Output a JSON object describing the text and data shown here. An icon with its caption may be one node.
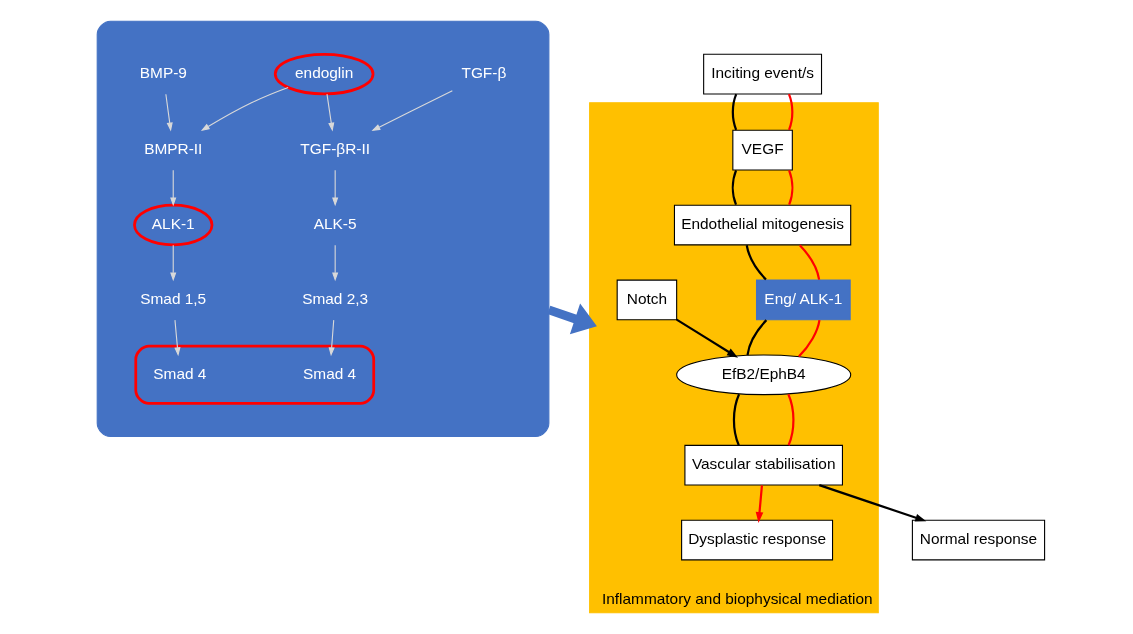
{
  "diagram": {
    "nodes": [
      {
        "text": [],
        "shape": "box"
      },
      {
        "text": [
          "TGF-β"
        ],
        "in": 0
      },
      {
        "text": [
          "endoglin"
        ],
        "in": 0
      },
      {
        "text": [
          "BMP-9"
        ],
        "in": 0
      },
      {
        "text": [
          "TGF-βR-II"
        ],
        "in": 0
      },
      {
        "text": [
          "BMPR-II"
        ],
        "in": 0
      },
      {
        "text": [
          "ALK-5"
        ],
        "in": 0
      },
      {
        "text": [
          "ALK-1"
        ],
        "in": 0
      },
      {
        "text": [
          "Smad 2,3"
        ],
        "in": 0
      },
      {
        "text": [
          "Smad 1,5"
        ],
        "in": 0
      },
      {
        "text": [],
        "shape": "ellipse",
        "in": 0
      },
      {
        "text": [
          "Smad 4"
        ],
        "in": 10
      },
      {
        "text": [
          "Smad 4"
        ],
        "in": 10
      },
      {
        "text": [
          "Inflammatory and biophysical mediation"
        ]
      },
      {
        "text": [
          "Inciting event/s"
        ]
      },
      {
        "text": [
          "VEGF"
        ],
        "in": 13
      },
      {
        "text": [
          "Endothelial mitogenesis"
        ],
        "in": 13
      },
      {
        "text": [
          "Eng/ ALK-1"
        ],
        "in": 13
      },
      {
        "text": [
          "EfB2/EphB4"
        ],
        "in": 13
      },
      {
        "text": [
          "Notch"
        ],
        "in": 13
      },
      {
        "text": [
          "Vascular stabilisation"
        ],
        "in": 13
      },
      {
        "text": [
          "Dysplastic response"
        ],
        "in": 13
      },
      {
        "text": [
          "Normal response"
        ]
      }
    ],
    "edges": [
      {
        "from": 1,
        "to": 4,
        "arrow": "to"
      },
      {
        "from": 2,
        "to": 4,
        "arrow": "to"
      },
      {
        "from": 2,
        "to": 5,
        "arrow": "to"
      },
      {
        "from": 3,
        "to": 5,
        "arrow": "to"
      },
      {
        "from": 4,
        "to": 6,
        "arrow": "to"
      },
      {
        "from": 5,
        "to": 7,
        "arrow": "to"
      },
      {
        "from": 6,
        "to": 8,
        "arrow": "to"
      },
      {
        "from": 7,
        "to": 9,
        "arrow": "to"
      },
      {
        "from": 8,
        "to": 11,
        "arrow": "to"
      },
      {
        "from": 9,
        "to": 12,
        "arrow": "to"
      },
      {
        "from": 0,
        "to": 13,
        "arrow": "to",
        "style": "thick",
        "color": "#4472c4"
      },
      {
        "from": 14,
        "to": 15,
        "arrow": "none",
        "color": "#000000"
      },
      {
        "from": 15,
        "to": 16,
        "arrow": "none",
        "color": "#000000"
      },
      {
        "from": 16,
        "to": 17,
        "arrow": "none",
        "color": "#000000"
      },
      {
        "from": 17,
        "to": 18,
        "arrow": "none",
        "color": "#000000"
      },
      {
        "from": 18,
        "to": 20,
        "arrow": "none",
        "color": "#000000"
      },
      {
        "from": 20,
        "to": 22,
        "arrow": "to",
        "color": "#000000"
      },
      {
        "from": 14,
        "to": 15,
        "arrow": "none",
        "color": "#ff0000"
      },
      {
        "from": 15,
        "to": 16,
        "arrow": "none",
        "color": "#ff0000"
      },
      {
        "from": 16,
        "to": 17,
        "arrow": "none",
        "color": "#ff0000"
      },
      {
        "from": 17,
        "to": 18,
        "arrow": "none",
        "color": "#ff0000"
      },
      {
        "from": 18,
        "to": 20,
        "arrow": "none",
        "color": "#ff0000"
      },
      {
        "from": 20,
        "to": 21,
        "arrow": "to",
        "color": "#ff0000"
      },
      {
        "from": 19,
        "to": 18,
        "arrow": "to",
        "color": "#000000"
      }
    ]
  }
}
